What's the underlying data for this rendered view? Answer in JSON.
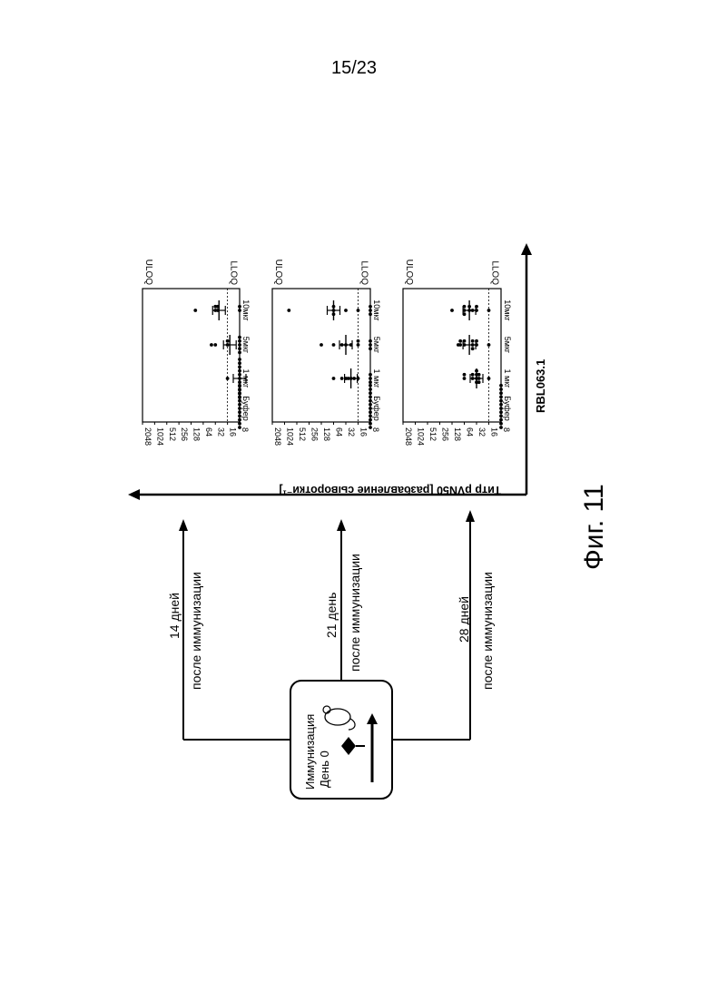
{
  "page": {
    "number": "15/23"
  },
  "figure": {
    "caption": "Фиг. 11",
    "immunization_box": {
      "line1": "Иммунизация",
      "line2": "День 0",
      "icons": [
        "mouse-icon",
        "syringe-icon",
        "arrow-icon"
      ]
    },
    "branches": [
      {
        "line1": "14 дней",
        "line2": "после иммунизации"
      },
      {
        "line1": "21 день",
        "line2": "после иммунизации"
      },
      {
        "line1": "28 дней",
        "line2": "после иммунизации"
      }
    ],
    "y_axis_title": "Титр pVN50 [разбавление сыворотки⁻¹]",
    "x_axis_title": "RBL063.1"
  },
  "chart_data": [
    {
      "type": "scatter",
      "categories": [
        "Буфер",
        "1 мкг",
        "5мкг",
        "10мкг"
      ],
      "y_ticks": [
        "8",
        "16",
        "32",
        "64",
        "128",
        "256",
        "512",
        "1024",
        "2048"
      ],
      "y_scale": "log2",
      "ylim": [
        8,
        2048
      ],
      "reference_lines": [
        {
          "label": "ULOQ",
          "value": 2048
        },
        {
          "label": "LLOQ",
          "value": 16
        }
      ],
      "series": [
        {
          "category": "Буфер",
          "values": [
            8,
            8,
            8,
            8,
            8,
            8,
            8,
            8,
            8,
            8,
            8,
            8
          ]
        },
        {
          "category": "1 мкг",
          "values": [
            8,
            8,
            8,
            8,
            8,
            8,
            8,
            8,
            8,
            8,
            8,
            16
          ],
          "mean": 8
        },
        {
          "category": "5мкг",
          "values": [
            8,
            8,
            8,
            8,
            8,
            16,
            16,
            32,
            40
          ],
          "mean": 14
        },
        {
          "category": "10мкг",
          "values": [
            8,
            8,
            28,
            28,
            32,
            32,
            100
          ],
          "mean": 26
        }
      ]
    },
    {
      "type": "scatter",
      "categories": [
        "Буфер",
        "1 мкг",
        "5мкг",
        "10мкг"
      ],
      "y_ticks": [
        "8",
        "16",
        "32",
        "64",
        "128",
        "256",
        "512",
        "1024",
        "2048"
      ],
      "y_scale": "log2",
      "ylim": [
        8,
        2048
      ],
      "reference_lines": [
        {
          "label": "ULOQ",
          "value": 2048
        },
        {
          "label": "LLOQ",
          "value": 16
        }
      ],
      "series": [
        {
          "category": "Буфер",
          "values": [
            8,
            8,
            8,
            8,
            8,
            8,
            8,
            8,
            8,
            8,
            8,
            8
          ]
        },
        {
          "category": "1 мкг",
          "values": [
            8,
            8,
            8,
            16,
            20,
            24,
            28,
            32,
            40,
            64
          ],
          "mean": 24
        },
        {
          "category": "5мкг",
          "values": [
            8,
            8,
            8,
            16,
            16,
            24,
            32,
            40,
            64,
            128
          ],
          "mean": 32
        },
        {
          "category": "10мкг",
          "values": [
            8,
            8,
            8,
            16,
            32,
            64,
            64,
            64,
            800
          ],
          "mean": 64
        }
      ]
    },
    {
      "type": "scatter",
      "categories": [
        "Буфер",
        "1 мкг",
        "5мкг",
        "10мкг"
      ],
      "y_ticks": [
        "8",
        "16",
        "32",
        "64",
        "128",
        "256",
        "512",
        "1024",
        "2048"
      ],
      "y_scale": "log2",
      "ylim": [
        8,
        2048
      ],
      "reference_lines": [
        {
          "label": "ULOQ",
          "value": 2048
        },
        {
          "label": "LLOQ",
          "value": 16
        }
      ],
      "series": [
        {
          "category": "Буфер",
          "values": [
            8,
            8,
            8,
            8,
            8,
            8,
            8,
            8,
            8,
            8,
            8,
            8
          ]
        },
        {
          "category": "1 мкг",
          "values": [
            16,
            28,
            28,
            28,
            32,
            32,
            32,
            32,
            40,
            40,
            64,
            64
          ],
          "mean": 32
        },
        {
          "category": "5мкг",
          "values": [
            16,
            32,
            32,
            40,
            40,
            40,
            64,
            64,
            80,
            80,
            90
          ],
          "mean": 48
        },
        {
          "category": "10мкг",
          "values": [
            16,
            32,
            32,
            40,
            48,
            48,
            64,
            64,
            64,
            128
          ],
          "mean": 48
        }
      ]
    }
  ]
}
